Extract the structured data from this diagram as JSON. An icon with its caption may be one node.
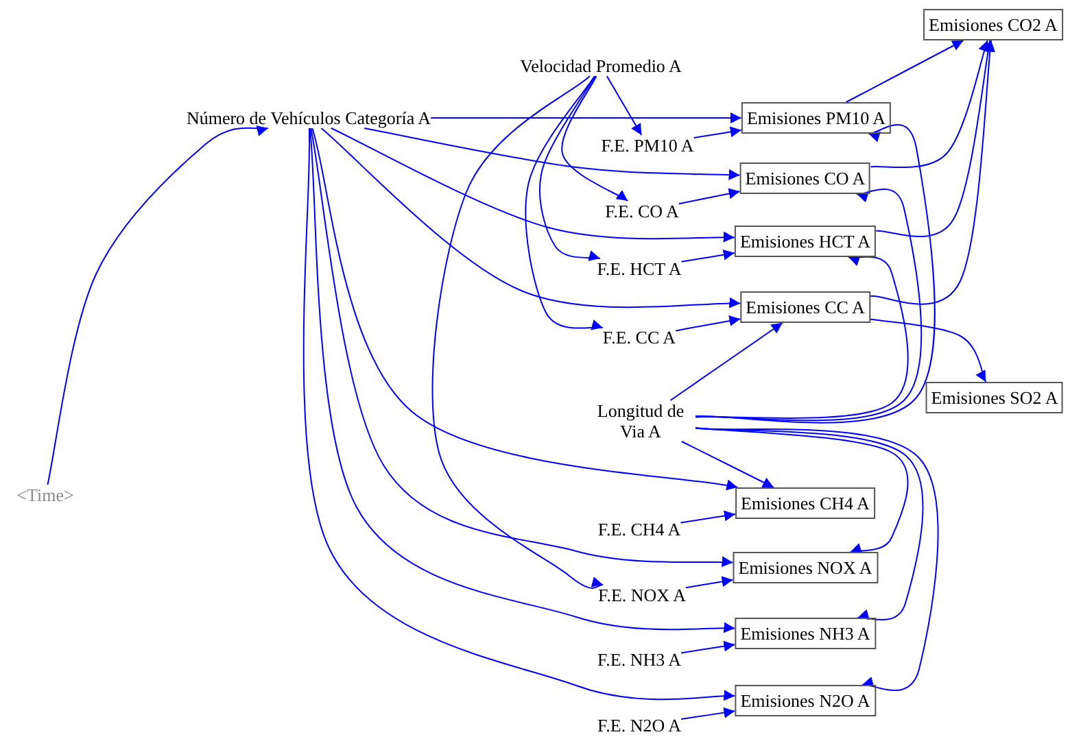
{
  "diagram": {
    "nodes": [
      {
        "text": [
          "Emisiones CO2 A"
        ]
      },
      {
        "text": [
          "Velocidad Promedio A"
        ]
      },
      {
        "text": [
          "Número de Vehículos Categoría A"
        ]
      },
      {
        "text": [
          "Emisiones PM10 A"
        ]
      },
      {
        "text": [
          "F.E. PM10 A"
        ]
      },
      {
        "text": [
          "Emisiones CO A"
        ]
      },
      {
        "text": [
          "F.E. CO A"
        ]
      },
      {
        "text": [
          "Emisiones HCT A"
        ]
      },
      {
        "text": [
          "F.E. HCT A"
        ]
      },
      {
        "text": [
          "Emisiones CC A"
        ]
      },
      {
        "text": [
          "F.E. CC A"
        ]
      },
      {
        "text": [
          "Emisiones SO2 A"
        ]
      },
      {
        "text": [
          "Longitud de Via A"
        ]
      },
      {
        "text": [
          "<Time>"
        ]
      },
      {
        "text": [
          "Emisiones CH4 A"
        ]
      },
      {
        "text": [
          "F.E. CH4 A"
        ]
      },
      {
        "text": [
          "Emisiones NOX A"
        ]
      },
      {
        "text": [
          "F.E. NOX A"
        ]
      },
      {
        "text": [
          "Emisiones NH3 A"
        ]
      },
      {
        "text": [
          "F.E. NH3 A"
        ]
      },
      {
        "text": [
          "Emisiones N2O A"
        ]
      },
      {
        "text": [
          "F.E. N2O A"
        ]
      }
    ],
    "edges": [
      {
        "from": 13,
        "to": 2,
        "arrow": "to"
      },
      {
        "from": 2,
        "to": 3,
        "arrow": "to"
      },
      {
        "from": 2,
        "to": 5,
        "arrow": "to"
      },
      {
        "from": 2,
        "to": 7,
        "arrow": "to"
      },
      {
        "from": 2,
        "to": 9,
        "arrow": "to"
      },
      {
        "from": 2,
        "to": 14,
        "arrow": "to"
      },
      {
        "from": 2,
        "to": 16,
        "arrow": "to"
      },
      {
        "from": 2,
        "to": 18,
        "arrow": "to"
      },
      {
        "from": 2,
        "to": 20,
        "arrow": "to"
      },
      {
        "from": 1,
        "to": 4,
        "arrow": "to"
      },
      {
        "from": 1,
        "to": 6,
        "arrow": "to"
      },
      {
        "from": 1,
        "to": 8,
        "arrow": "to"
      },
      {
        "from": 1,
        "to": 10,
        "arrow": "to"
      },
      {
        "from": 1,
        "to": 17,
        "arrow": "to"
      },
      {
        "from": 4,
        "to": 3,
        "arrow": "to"
      },
      {
        "from": 6,
        "to": 5,
        "arrow": "to"
      },
      {
        "from": 8,
        "to": 7,
        "arrow": "to"
      },
      {
        "from": 10,
        "to": 9,
        "arrow": "to"
      },
      {
        "from": 15,
        "to": 14,
        "arrow": "to"
      },
      {
        "from": 17,
        "to": 16,
        "arrow": "to"
      },
      {
        "from": 19,
        "to": 18,
        "arrow": "to"
      },
      {
        "from": 21,
        "to": 20,
        "arrow": "to"
      },
      {
        "from": 12,
        "to": 3,
        "arrow": "to"
      },
      {
        "from": 12,
        "to": 5,
        "arrow": "to"
      },
      {
        "from": 12,
        "to": 7,
        "arrow": "to"
      },
      {
        "from": 12,
        "to": 9,
        "arrow": "to"
      },
      {
        "from": 12,
        "to": 14,
        "arrow": "to"
      },
      {
        "from": 12,
        "to": 16,
        "arrow": "to"
      },
      {
        "from": 12,
        "to": 18,
        "arrow": "to"
      },
      {
        "from": 12,
        "to": 20,
        "arrow": "to"
      },
      {
        "from": 3,
        "to": 0,
        "arrow": "to"
      },
      {
        "from": 5,
        "to": 0,
        "arrow": "to"
      },
      {
        "from": 7,
        "to": 0,
        "arrow": "to"
      },
      {
        "from": 9,
        "to": 0,
        "arrow": "to"
      },
      {
        "from": 9,
        "to": 11,
        "arrow": "to"
      }
    ]
  }
}
